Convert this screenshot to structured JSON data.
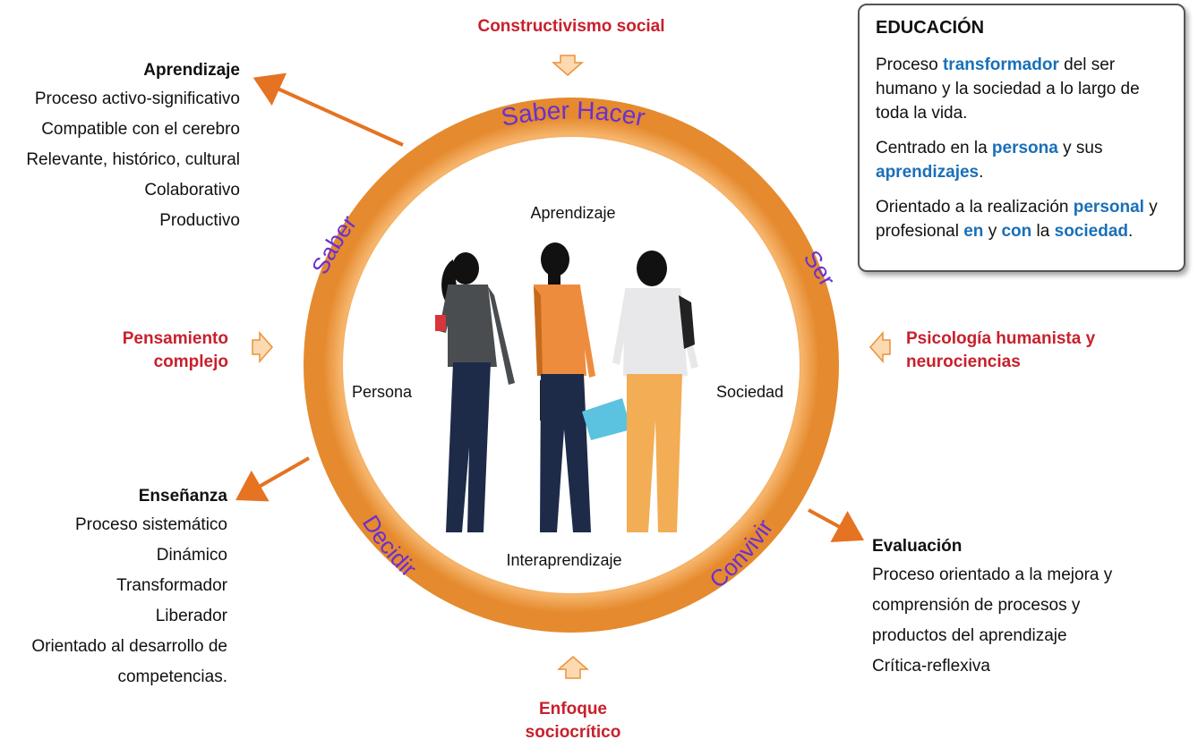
{
  "top_label": "Constructivismo social",
  "left_label_line1": "Pensamiento",
  "left_label_line2": "complejo",
  "right_label_line1": "Psicología humanista y",
  "right_label_line2": "neurociencias",
  "bottom_label_line1": "Enfoque",
  "bottom_label_line2": "sociocrítico",
  "ring_words": {
    "top": "Saber Hacer",
    "left": "Saber",
    "right": "Ser",
    "bottom_left": "Decidir",
    "bottom_right": "Convivir"
  },
  "inner": {
    "top": "Aprendizaje",
    "left": "Persona",
    "right": "Sociedad",
    "bottom": "Interaprendizaje"
  },
  "aprendizaje": {
    "title": "Aprendizaje",
    "items": [
      "Proceso activo-significativo",
      "Compatible con el cerebro",
      "Relevante, histórico, cultural",
      "Colaborativo",
      "Productivo"
    ]
  },
  "ensenanza": {
    "title": "Enseñanza",
    "items": [
      "Proceso sistemático",
      "Dinámico",
      "Transformador",
      "Liberador",
      "Orientado al desarrollo de",
      "competencias."
    ]
  },
  "evaluacion": {
    "title": "Evaluación",
    "items": [
      "Proceso orientado a la mejora y",
      "comprensión de procesos y",
      "productos del aprendizaje",
      "Crítica-reflexiva"
    ]
  },
  "educacion": {
    "title": "EDUCACIÓN",
    "p1_a": "Proceso ",
    "p1_hl": "transformador",
    "p1_b": " del ser humano y la sociedad a lo largo de toda la vida.",
    "p2_a": "Centrado en la ",
    "p2_hl1": "persona",
    "p2_b": " y sus ",
    "p2_hl2": "aprendizajes",
    "p2_c": ".",
    "p3_a": "Orientado a la realización ",
    "p3_hl1": "personal",
    "p3_b": " y profesional ",
    "p3_hl2": "en",
    "p3_c": " y ",
    "p3_hl3": "con",
    "p3_d": " la ",
    "p3_hl4": "sociedad",
    "p3_e": "."
  },
  "colors": {
    "ring": "#f0a556",
    "ring_dark": "#e08a2c",
    "arrow": "#e57322",
    "ring_text": "#6a2fd0",
    "red_text": "#c8202c",
    "highlight": "#1a6fb8"
  }
}
